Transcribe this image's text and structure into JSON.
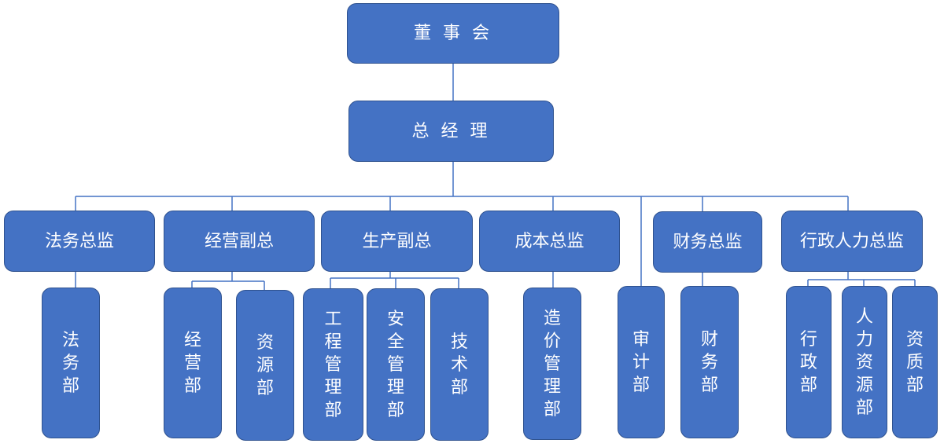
{
  "chart": {
    "root": "董 事 会",
    "manager": "总 经 理",
    "directors": {
      "legal": "法务总监",
      "business": "经营副总",
      "production": "生产副总",
      "cost": "成本总监",
      "finance": "财务总监",
      "admin": "行政人力总监"
    },
    "departments": {
      "legal": "法务部",
      "business": "经营部",
      "resource": "资源部",
      "engineering": "工程管理部",
      "safety": "安全管理部",
      "technology": "技术部",
      "pricing": "造价管理部",
      "audit": "审计部",
      "finance": "财务部",
      "admin": "行政部",
      "hr": "人力资源部",
      "qualification": "资质部"
    }
  },
  "colors": {
    "box_fill": "#4472c4",
    "box_border": "#2f528f",
    "line": "#4472c4",
    "text": "#ffffff"
  }
}
